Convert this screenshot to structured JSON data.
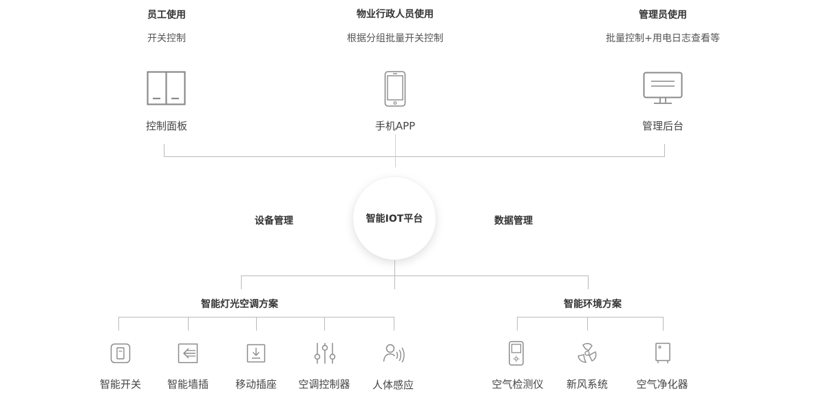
{
  "users": [
    {
      "role": "员工使用",
      "desc": "开关控制",
      "channel": "控制面板",
      "icon": "control-panel-icon"
    },
    {
      "role": "物业行政人员使用",
      "desc": "根据分组批量开关控制",
      "channel": "手机APP",
      "icon": "mobile-phone-icon"
    },
    {
      "role": "管理员使用",
      "desc": "批量控制+用电日志查看等",
      "channel": "管理后台",
      "icon": "monitor-icon"
    }
  ],
  "platform": {
    "name": "智能IOT平台",
    "left": "设备管理",
    "right": "数据管理"
  },
  "solutions": [
    {
      "name": "智能灯光空调方案",
      "devices": [
        {
          "label": "智能开关",
          "icon": "smart-switch-icon"
        },
        {
          "label": "智能墙插",
          "icon": "wall-socket-icon"
        },
        {
          "label": "移动插座",
          "icon": "mobile-socket-icon"
        },
        {
          "label": "空调控制器",
          "icon": "ac-controller-icon"
        },
        {
          "label": "人体感应",
          "icon": "motion-sensor-icon"
        }
      ]
    },
    {
      "name": "智能环境方案",
      "devices": [
        {
          "label": "空气检测仪",
          "icon": "air-detector-icon"
        },
        {
          "label": "新风系统",
          "icon": "fresh-air-icon"
        },
        {
          "label": "空气净化器",
          "icon": "air-purifier-icon"
        }
      ]
    }
  ]
}
